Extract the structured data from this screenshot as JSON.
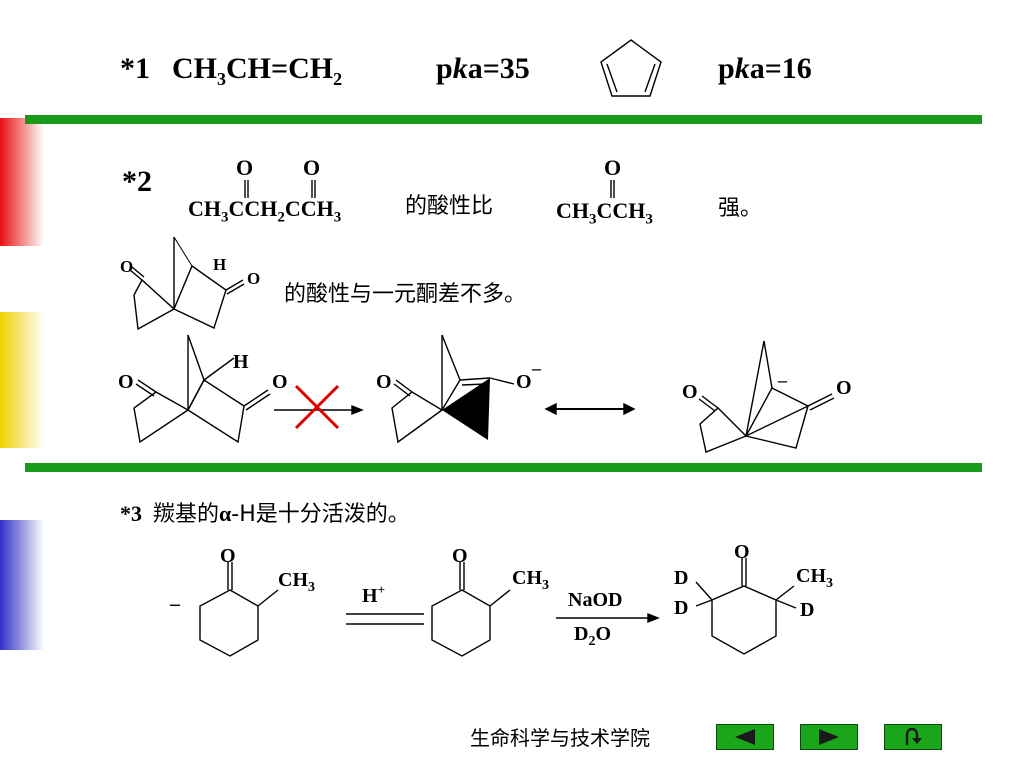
{
  "row1": {
    "label": "*1",
    "propene_parts": [
      "CH",
      "3",
      "CH=CH",
      "2"
    ],
    "pka_prefix": "p",
    "pka_k": "k",
    "pka_eq": "a=",
    "pka1_value": "35",
    "pka2_value": "16"
  },
  "row2": {
    "label": "*2",
    "o": "O",
    "acac_parts": [
      "CH",
      "3",
      "CCH",
      "2",
      "CCH",
      "3"
    ],
    "acidity_text": "的酸性比",
    "acetone_parts": [
      "CH",
      "3",
      "CCH",
      "3"
    ],
    "strong_text": "强。",
    "bicyclo_h": "H",
    "bicyclo_text": "的酸性与一元酮差不多。",
    "enolate_charge": "–"
  },
  "row3": {
    "label": "*3",
    "text_before": "羰基的",
    "alpha": "α",
    "text_after": "-H是十分活泼的。",
    "ch3": "CH",
    "ch3_sub": "3",
    "acid": "H",
    "acid_sup": "+",
    "base": "NaOD",
    "solvent_d": "D",
    "solvent_sub": "2",
    "solvent_o": "O",
    "deuterium": "D",
    "minus": "–"
  },
  "footer": {
    "label": "生命科学与技术学院"
  },
  "nav": {
    "prev_icon": "triangle-left",
    "next_icon": "triangle-right",
    "return_icon": "u-turn-arrow"
  },
  "colors": {
    "divider": "#1a9a1a",
    "red_tab": "#e81010",
    "yellow_tab": "#f0d000",
    "blue_tab": "#3030c8",
    "cross": "#e00000",
    "nav_button": "#1aa51a"
  }
}
